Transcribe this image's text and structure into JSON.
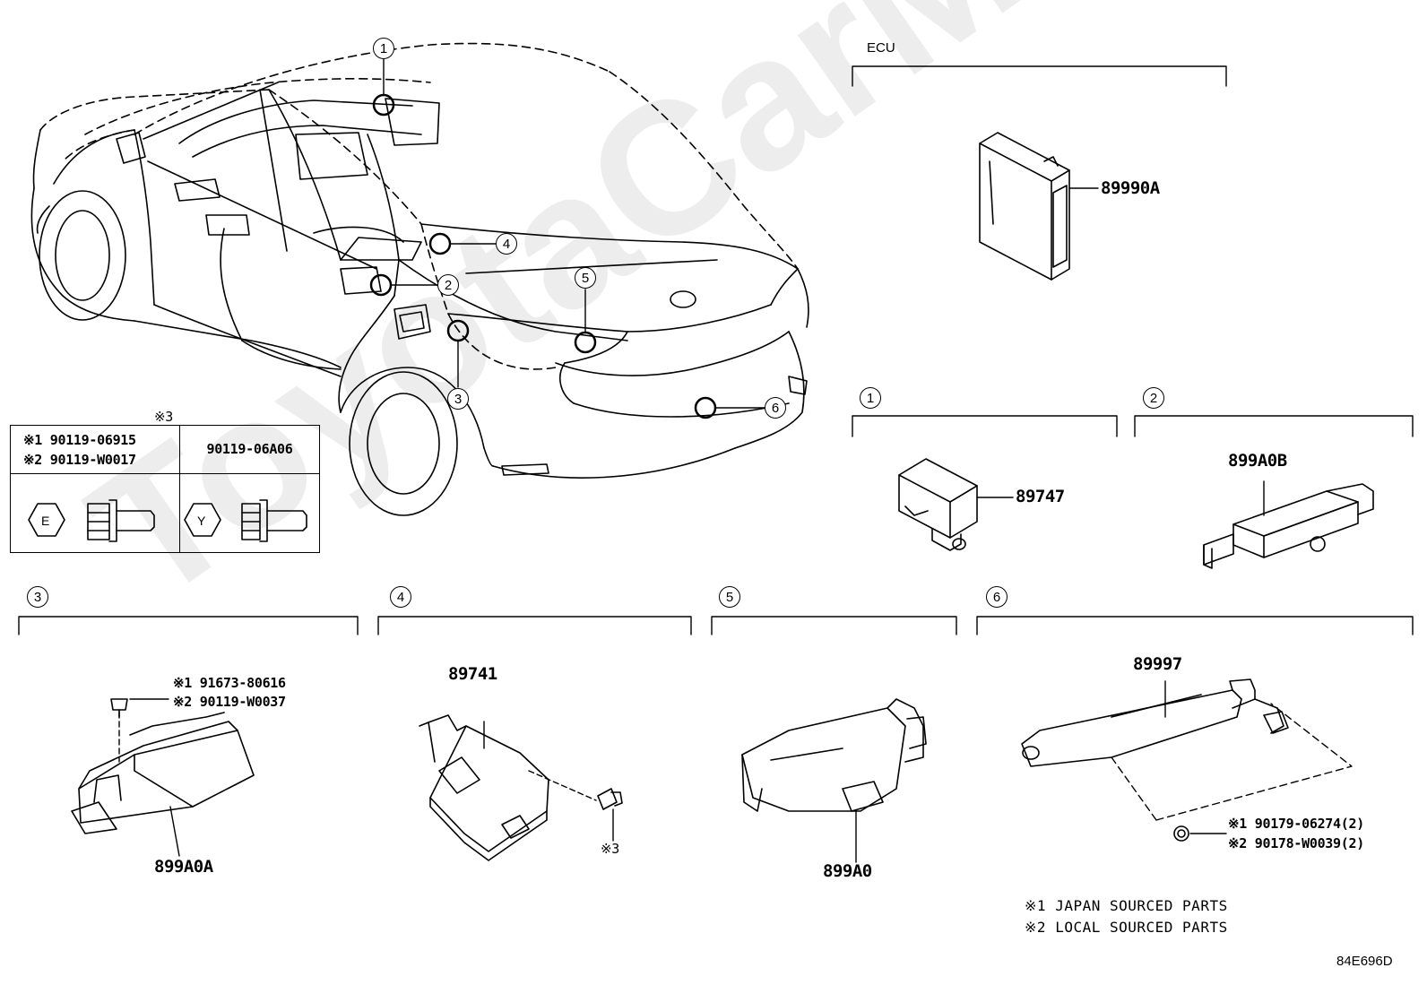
{
  "watermark": "ToyotaCarMine.ru",
  "diagram_code": "84E696D",
  "vehicle_callouts": [
    "1",
    "2",
    "3",
    "4",
    "5",
    "6"
  ],
  "ecu": {
    "title": "ECU",
    "part": "89990A"
  },
  "sections": [
    {
      "num": "1",
      "parts": [
        "89747"
      ]
    },
    {
      "num": "2",
      "parts": [
        "899A0B"
      ]
    },
    {
      "num": "3",
      "parts": [
        "899A0A"
      ],
      "fastener": {
        "jp": "91673-80616",
        "local": "90119-W0037"
      }
    },
    {
      "num": "4",
      "parts": [
        "89741"
      ],
      "ref": "※3"
    },
    {
      "num": "5",
      "parts": [
        "899A0"
      ]
    },
    {
      "num": "6",
      "parts": [
        "89997"
      ],
      "fastener": {
        "jp": "90179-06274(2)",
        "local": "90178-W0039(2)"
      }
    }
  ],
  "fastener_table": {
    "ref": "※3",
    "left": {
      "jp_mark": "※1",
      "jp": "90119-06915",
      "local_mark": "※2",
      "local": "90119-W0017",
      "head": "E"
    },
    "right": {
      "part": "90119-06A06",
      "head": "Y"
    }
  },
  "markers": {
    "jp": "※1",
    "local": "※2",
    "ref3": "※3"
  },
  "legend": [
    {
      "mark": "※1",
      "text": "JAPAN SOURCED PARTS"
    },
    {
      "mark": "※2",
      "text": "LOCAL SOURCED PARTS"
    }
  ],
  "colors": {
    "line": "#000000",
    "background": "#ffffff"
  }
}
